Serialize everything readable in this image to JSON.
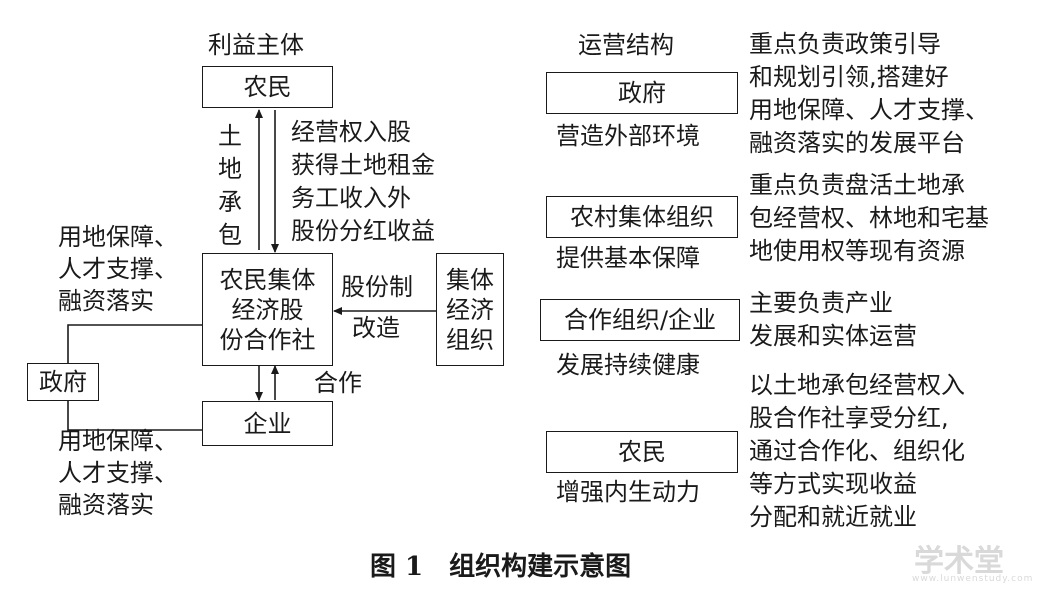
{
  "left": {
    "heading": "利益主体",
    "farmer": "农民",
    "land_contract": "土地承包",
    "benefits": [
      "经营权入股",
      "获得土地租金",
      "务工收入外",
      "股份分红收益"
    ],
    "cooperative": [
      "农民集体",
      "经济股",
      "份合作社"
    ],
    "reform_label": [
      "股份制",
      "改造"
    ],
    "collective_org": [
      "集体",
      "经济",
      "组织"
    ],
    "cooperation": "合作",
    "enterprise": "企业",
    "government": "政府",
    "gov_support_top": [
      "用地保障、",
      "人才支撑、",
      "融资落实"
    ],
    "gov_support_bottom": [
      "用地保障、",
      "人才支撑、",
      "融资落实"
    ]
  },
  "middle": {
    "heading": "运营结构",
    "items": [
      {
        "box": "政府",
        "caption": "营造外部环境"
      },
      {
        "box": "农村集体组织",
        "caption": "提供基本保障"
      },
      {
        "box": "合作组织/企业",
        "caption": "发展持续健康"
      },
      {
        "box": "农民",
        "caption": "增强内生动力"
      }
    ]
  },
  "right": {
    "descriptions": [
      [
        "重点负责政策引导",
        "和规划引领,搭建好",
        "用地保障、人才支撑、",
        "融资落实的发展平台"
      ],
      [
        "重点负责盘活土地承",
        "包经营权、林地和宅基",
        "地使用权等现有资源"
      ],
      [
        "主要负责产业",
        "发展和实体运营"
      ],
      [
        "以土地承包经营权入",
        "股合作社享受分红,",
        "通过合作化、组织化",
        "等方式实现收益",
        "分配和就近就业"
      ]
    ]
  },
  "caption": "图 1　组织构建示意图",
  "watermark": {
    "main": "学术堂",
    "sub": "www.lunwenstudy.com"
  },
  "colors": {
    "line": "#1a1a1a",
    "text": "#1a1a1a",
    "watermark": "#d9d9d9"
  }
}
